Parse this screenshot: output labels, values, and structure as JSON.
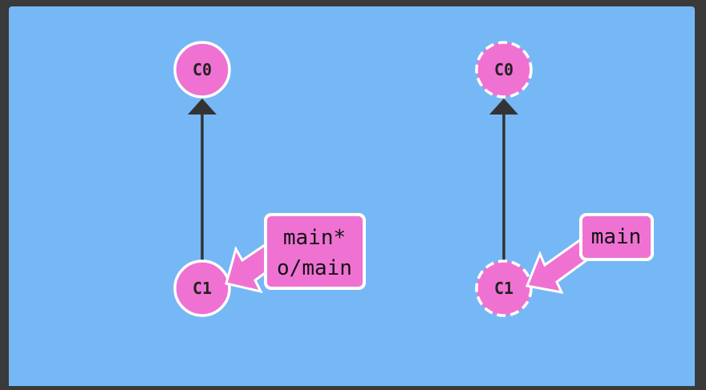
{
  "colors": {
    "frame": "#3a3a3a",
    "canvas": "#76b8f5",
    "commit_fill": "#ef72d3",
    "commit_stroke": "#ffffff",
    "edge": "#333333",
    "branch_fill": "#ef72d3",
    "branch_stroke": "#ffffff"
  },
  "left_repo": {
    "commits": [
      {
        "id": "C0",
        "style": "solid"
      },
      {
        "id": "C1",
        "style": "solid"
      }
    ],
    "branch_tag": {
      "lines": [
        "main*",
        "o/main"
      ],
      "points_to": "C1"
    }
  },
  "right_repo": {
    "commits": [
      {
        "id": "C0",
        "style": "dashed"
      },
      {
        "id": "C1",
        "style": "dashed"
      }
    ],
    "branch_tag": {
      "lines": [
        "main"
      ],
      "points_to": "C1"
    }
  }
}
